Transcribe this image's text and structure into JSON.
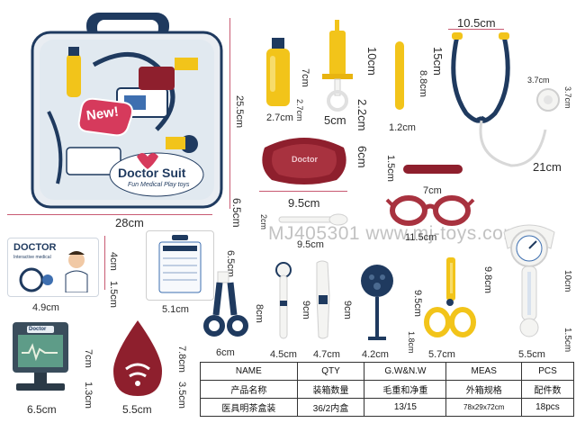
{
  "watermark": "MJ405301 www.mj-toys.com",
  "case": {
    "badge": "New!",
    "brand": "Doctor Suit",
    "tagline": "Fun Medical Play toys",
    "width": "28cm",
    "height": "25.5cm",
    "depth": "6.5cm"
  },
  "items": {
    "bottle": {
      "h": "7cm",
      "w": "2.7cm",
      "d": "2.7cm"
    },
    "syringe": {
      "h": "10cm",
      "w": "5cm",
      "d": "2.2cm"
    },
    "stick": {
      "h": "8.8cm",
      "w": "1.2cm"
    },
    "stethoscope": {
      "w": "10.5cm",
      "h": "15cm",
      "chest_a": "3.7cm",
      "chest_b": "3.7cm",
      "tube": "21cm"
    },
    "tray": {
      "w": "9.5cm",
      "h": "6cm",
      "label": "Doctor"
    },
    "bar": {
      "h": "1.5cm",
      "w": "7cm"
    },
    "glasses": {
      "w": "11.5cm"
    },
    "thermometer_small": {
      "h": "2cm",
      "w": "9.5cm"
    },
    "card": {
      "title": "DOCTOR",
      "sub": "Interactive medical",
      "w": "4.9cm",
      "h": "4cm",
      "d": "1.5cm"
    },
    "badge_tag": {
      "h": "6.5cm",
      "w": "5.1cm"
    },
    "clamp": {
      "h": "8cm",
      "w": "6cm"
    },
    "mirror": {
      "h": "9cm",
      "w": "4.5cm"
    },
    "cream": {
      "h": "9cm",
      "w": "4.7cm"
    },
    "reflex": {
      "w": "4.2cm",
      "d": "1.8cm"
    },
    "scissors": {
      "h": "9.5cm",
      "w": "5.7cm"
    },
    "bp_meter": {
      "h": "9.8cm",
      "w": "5.5cm",
      "d": "1.5cm",
      "h2": "10cm"
    },
    "monitor": {
      "label": "Doctor",
      "h": "7cm",
      "d": "1.3cm",
      "w": "6.5cm"
    },
    "blood_drop": {
      "h": "7.8cm",
      "d": "3.5cm",
      "w": "5.5cm"
    }
  },
  "spec": {
    "headers_en": [
      "NAME",
      "QTY",
      "G.W&N.W",
      "MEAS",
      "PCS"
    ],
    "headers_cn": [
      "产品名称",
      "装箱数量",
      "毛重和净重",
      "外箱规格",
      "配件数"
    ],
    "values": [
      "医具明茶盒装",
      "36/2内盒",
      "13/15",
      "78x29x72cm",
      "18pcs"
    ]
  },
  "colors": {
    "navy": "#1f3a5f",
    "yellow": "#f2c41a",
    "maroon": "#8e1f2d",
    "pink_line": "#c85a72",
    "white_part": "#f4f4f2"
  }
}
